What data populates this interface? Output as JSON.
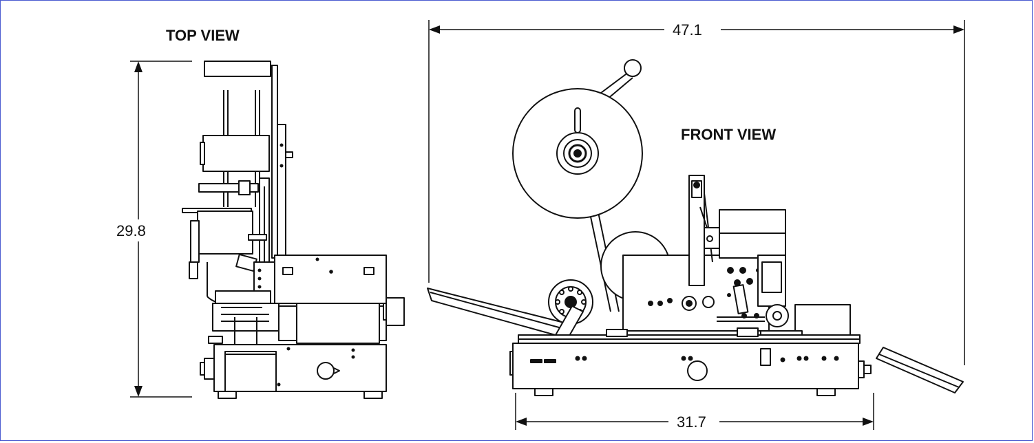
{
  "views": {
    "top_view_label": "TOP VIEW",
    "front_view_label": "FRONT VIEW"
  },
  "dimensions": {
    "height": "29.8",
    "overall_width": "47.1",
    "base_width": "31.7"
  },
  "colors": {
    "border": "#4a5bd0",
    "line": "#111111"
  }
}
